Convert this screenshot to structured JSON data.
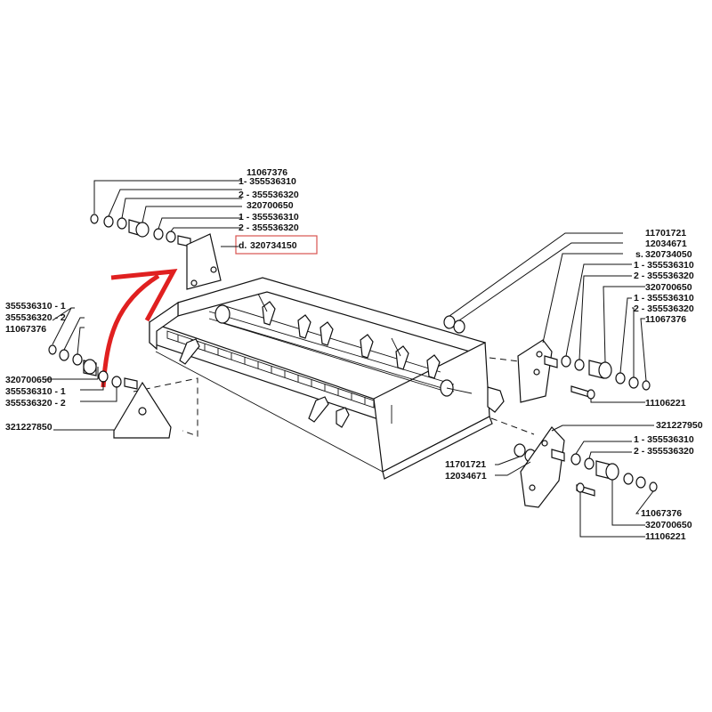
{
  "labels": {
    "top": [
      "11067376",
      "1- 355536310",
      "2 - 355536320",
      "320700650",
      "1 - 355536310",
      "2 - 355536320"
    ],
    "top_highlight_prefix": "d.",
    "top_highlight": "320734150",
    "left": [
      "355536310 - 1",
      "355536320 - 2",
      "11067376",
      "320700650",
      "355536310 - 1",
      "355536320 - 2",
      "321227850"
    ],
    "right": [
      "11701721",
      "12034671",
      "320734050",
      "1 - 355536310",
      "2 - 355536320",
      "320700650",
      "1 - 355536310",
      "2 - 355536320",
      "11067376",
      "11106221"
    ],
    "right_prefix": "s.",
    "bottom_right": [
      "321227950",
      "1 - 355536310",
      "2 - 355536320",
      "11067376",
      "320700650",
      "11106221"
    ],
    "bottom_center": [
      "11701721",
      "12034671"
    ]
  },
  "colors": {
    "highlight_box": "#d9534f",
    "arrow": "#e02020",
    "ink": "#111111"
  }
}
